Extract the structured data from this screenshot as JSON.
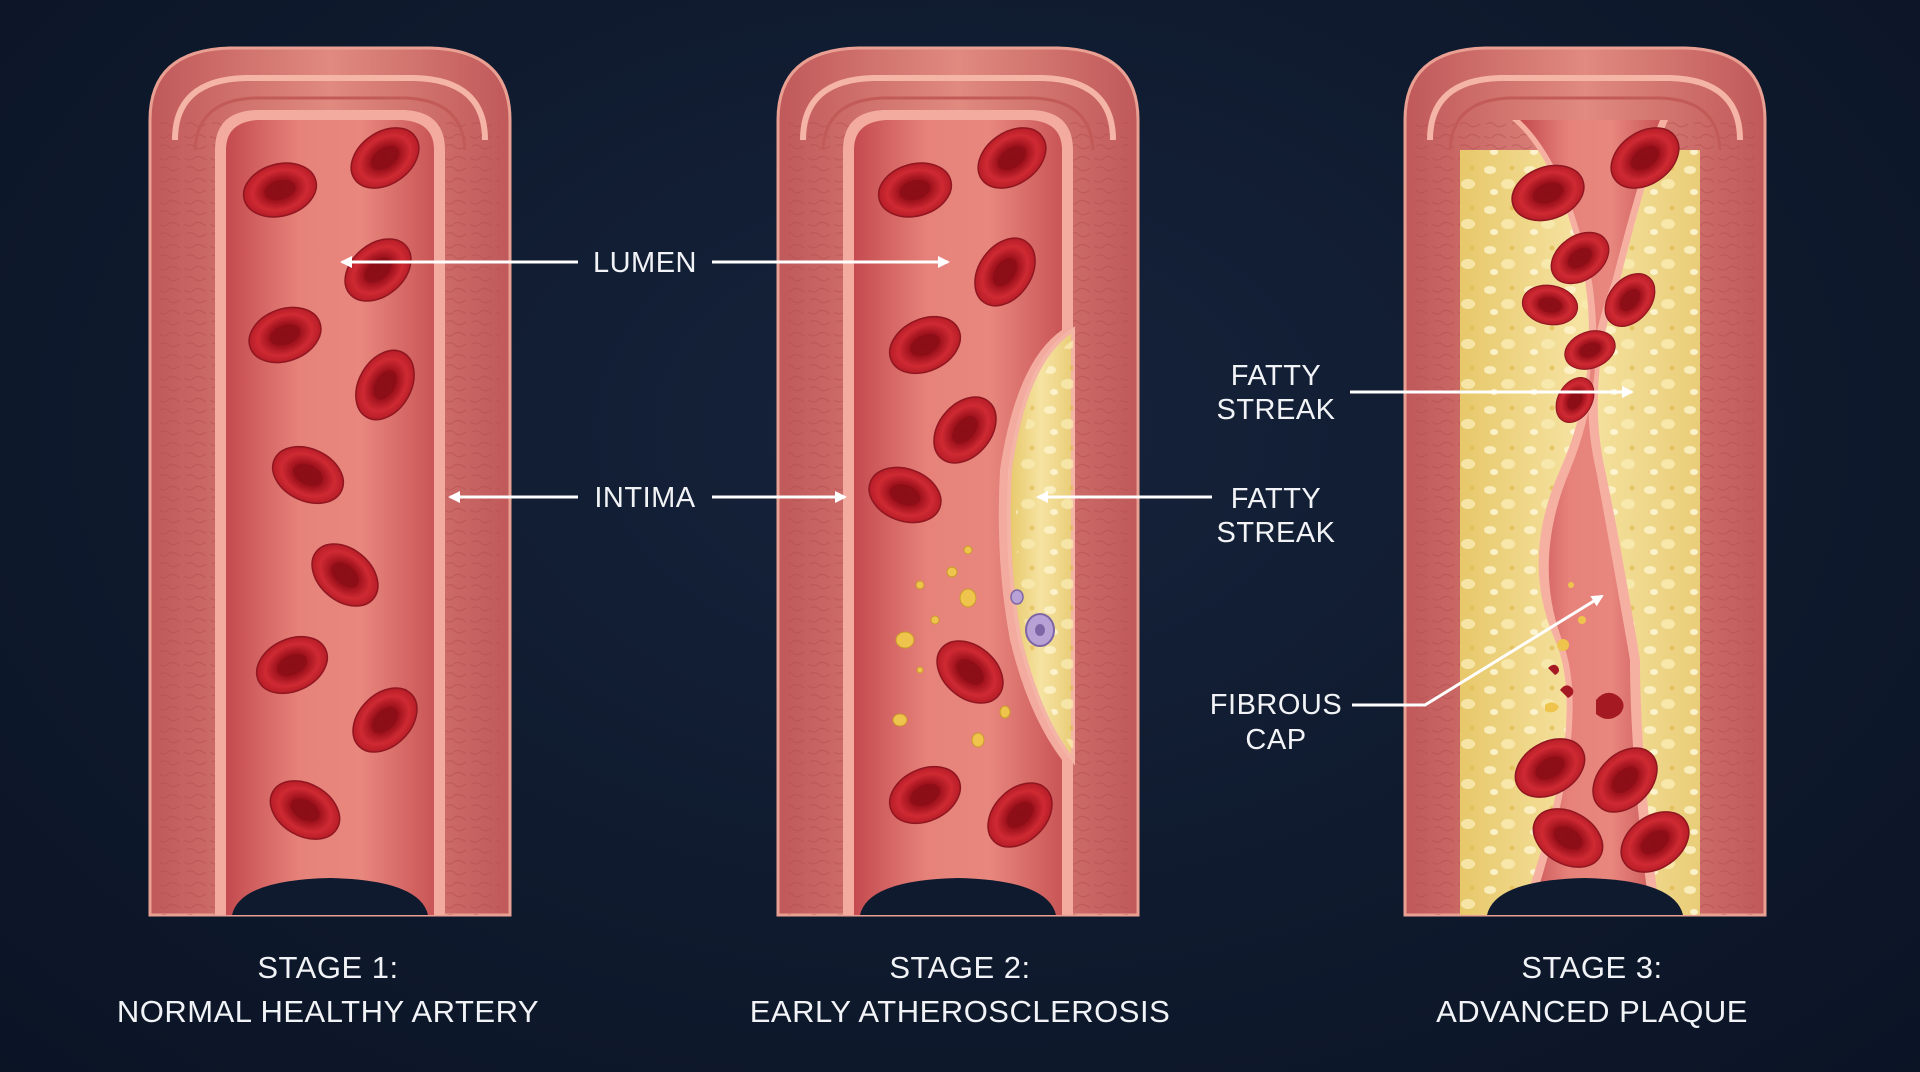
{
  "colors": {
    "background": "#0f1a2e",
    "vessel_wall": "#d9726b",
    "vessel_wall_outer": "#c95f59",
    "lumen": "#e57f78",
    "lumen_dark": "#b9414a",
    "intima_line": "#f6b6a8",
    "blood_cell": "#c3222c",
    "blood_cell_center": "#8e1119",
    "plaque": "#f0d78a",
    "plaque_light": "#fbeeb8",
    "text": "#f1f3f6",
    "arrow": "#ffffff"
  },
  "labels": {
    "lumen": "LUMEN",
    "intima": "INTIMA",
    "fatty_streak_mid_line1": "FATTY",
    "fatty_streak_mid_line2": "STREAK",
    "fatty_streak_right_line1": "FATTY",
    "fatty_streak_right_line2": "STREAK",
    "fibrous_cap_line1": "FIBROUS",
    "fibrous_cap_line2": "CAP"
  },
  "stages": [
    {
      "title": "STAGE 1:",
      "subtitle": "NORMAL HEALTHY ARTERY"
    },
    {
      "title": "STAGE 2:",
      "subtitle": "EARLY ATHEROSCLEROSIS"
    },
    {
      "title": "STAGE 3:",
      "subtitle": "ADVANCED PLAQUE"
    }
  ]
}
